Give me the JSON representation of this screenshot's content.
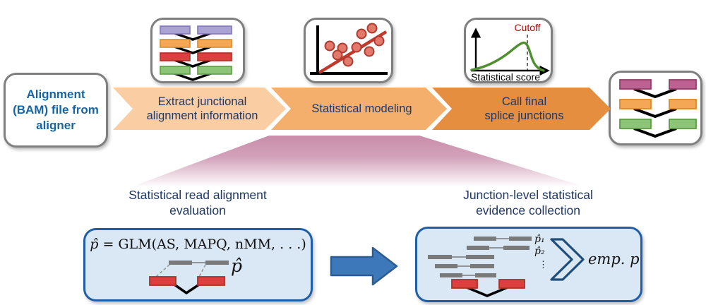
{
  "palette": {
    "navy_text": "#1F3864",
    "bam_blue": "#1565A9",
    "arrow_step1": "#FACDA2",
    "arrow_step2": "#F3AF6B",
    "arrow_step3": "#E68E3F",
    "funnel_pink": "#C98DAA",
    "box_border_gray": "#7F7F7F",
    "panel_border_blue": "#1F5FA8",
    "panel_fill_blue": "#DAE7F4",
    "big_arrow_blue": "#3D79BA",
    "read_purple": "#ABA2D4",
    "read_orange": "#F4A855",
    "read_red": "#DD3E3E",
    "read_green": "#8CC578",
    "read_magenta": "#BE6090",
    "scatter_red": "#C0392B",
    "curve_green": "#4F8F2F",
    "cutoff_red": "#C00000"
  },
  "input_box": {
    "label": "Alignment\n(BAM) file from\naligner"
  },
  "pipeline_steps": [
    {
      "label": "Extract junctional\nalignment information"
    },
    {
      "label": "Statistical modeling"
    },
    {
      "label": "Call final\nsplice junctions"
    }
  ],
  "score_icon": {
    "cutoff_label": "Cutoff",
    "axis_label": "Statistical score"
  },
  "detail_left": {
    "title": "Statistical read alignment\nevaluation",
    "formula_lhs": "p̂",
    "formula_rhs": " = GLM(AS, MAPQ, nMM, . . .)",
    "p_hat_label": "p̂"
  },
  "detail_right": {
    "title": "Junction-level statistical\nevidence collection",
    "p1_label": "p̂₁",
    "p2_label": "p̂₂",
    "vdots": "⋮",
    "result_label": "emp. p"
  }
}
